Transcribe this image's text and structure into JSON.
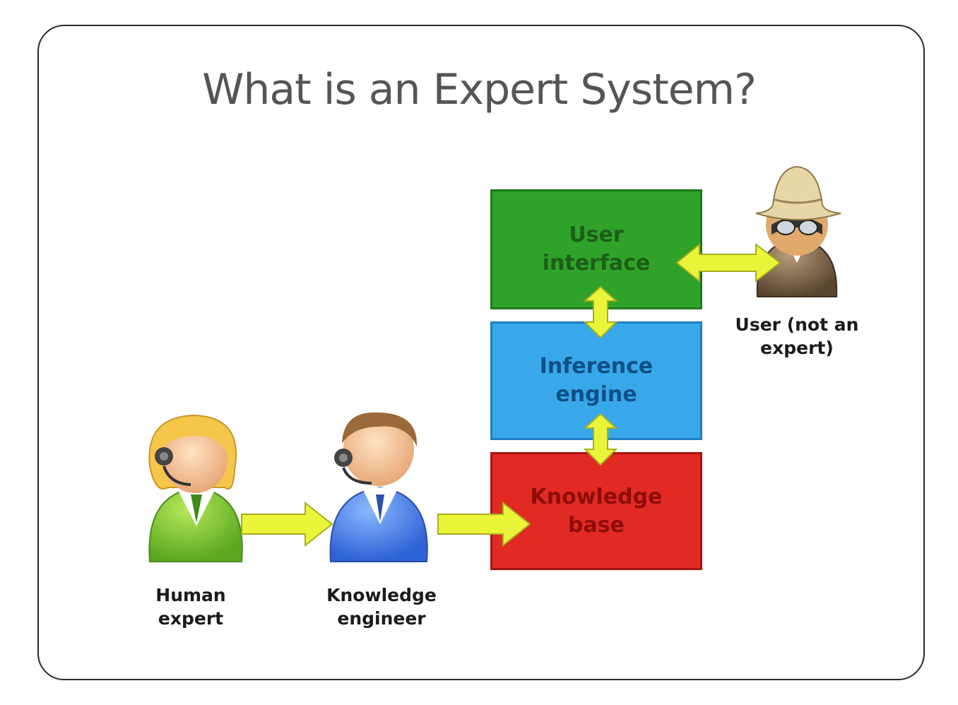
{
  "title": "What is an Expert System?",
  "blocks": {
    "user_interface": "User\ninterface",
    "inference_engine": "Inference\nengine",
    "knowledge_base": "Knowledge\nbase"
  },
  "people": {
    "human_expert": "Human\nexpert",
    "knowledge_engineer": "Knowledge\nengineer",
    "user": "User (not an\nexpert)"
  },
  "colors": {
    "user_interface": "#2fa22a",
    "inference_engine": "#38a8ea",
    "knowledge_base": "#e02a23",
    "arrow": "#eaf53a"
  }
}
